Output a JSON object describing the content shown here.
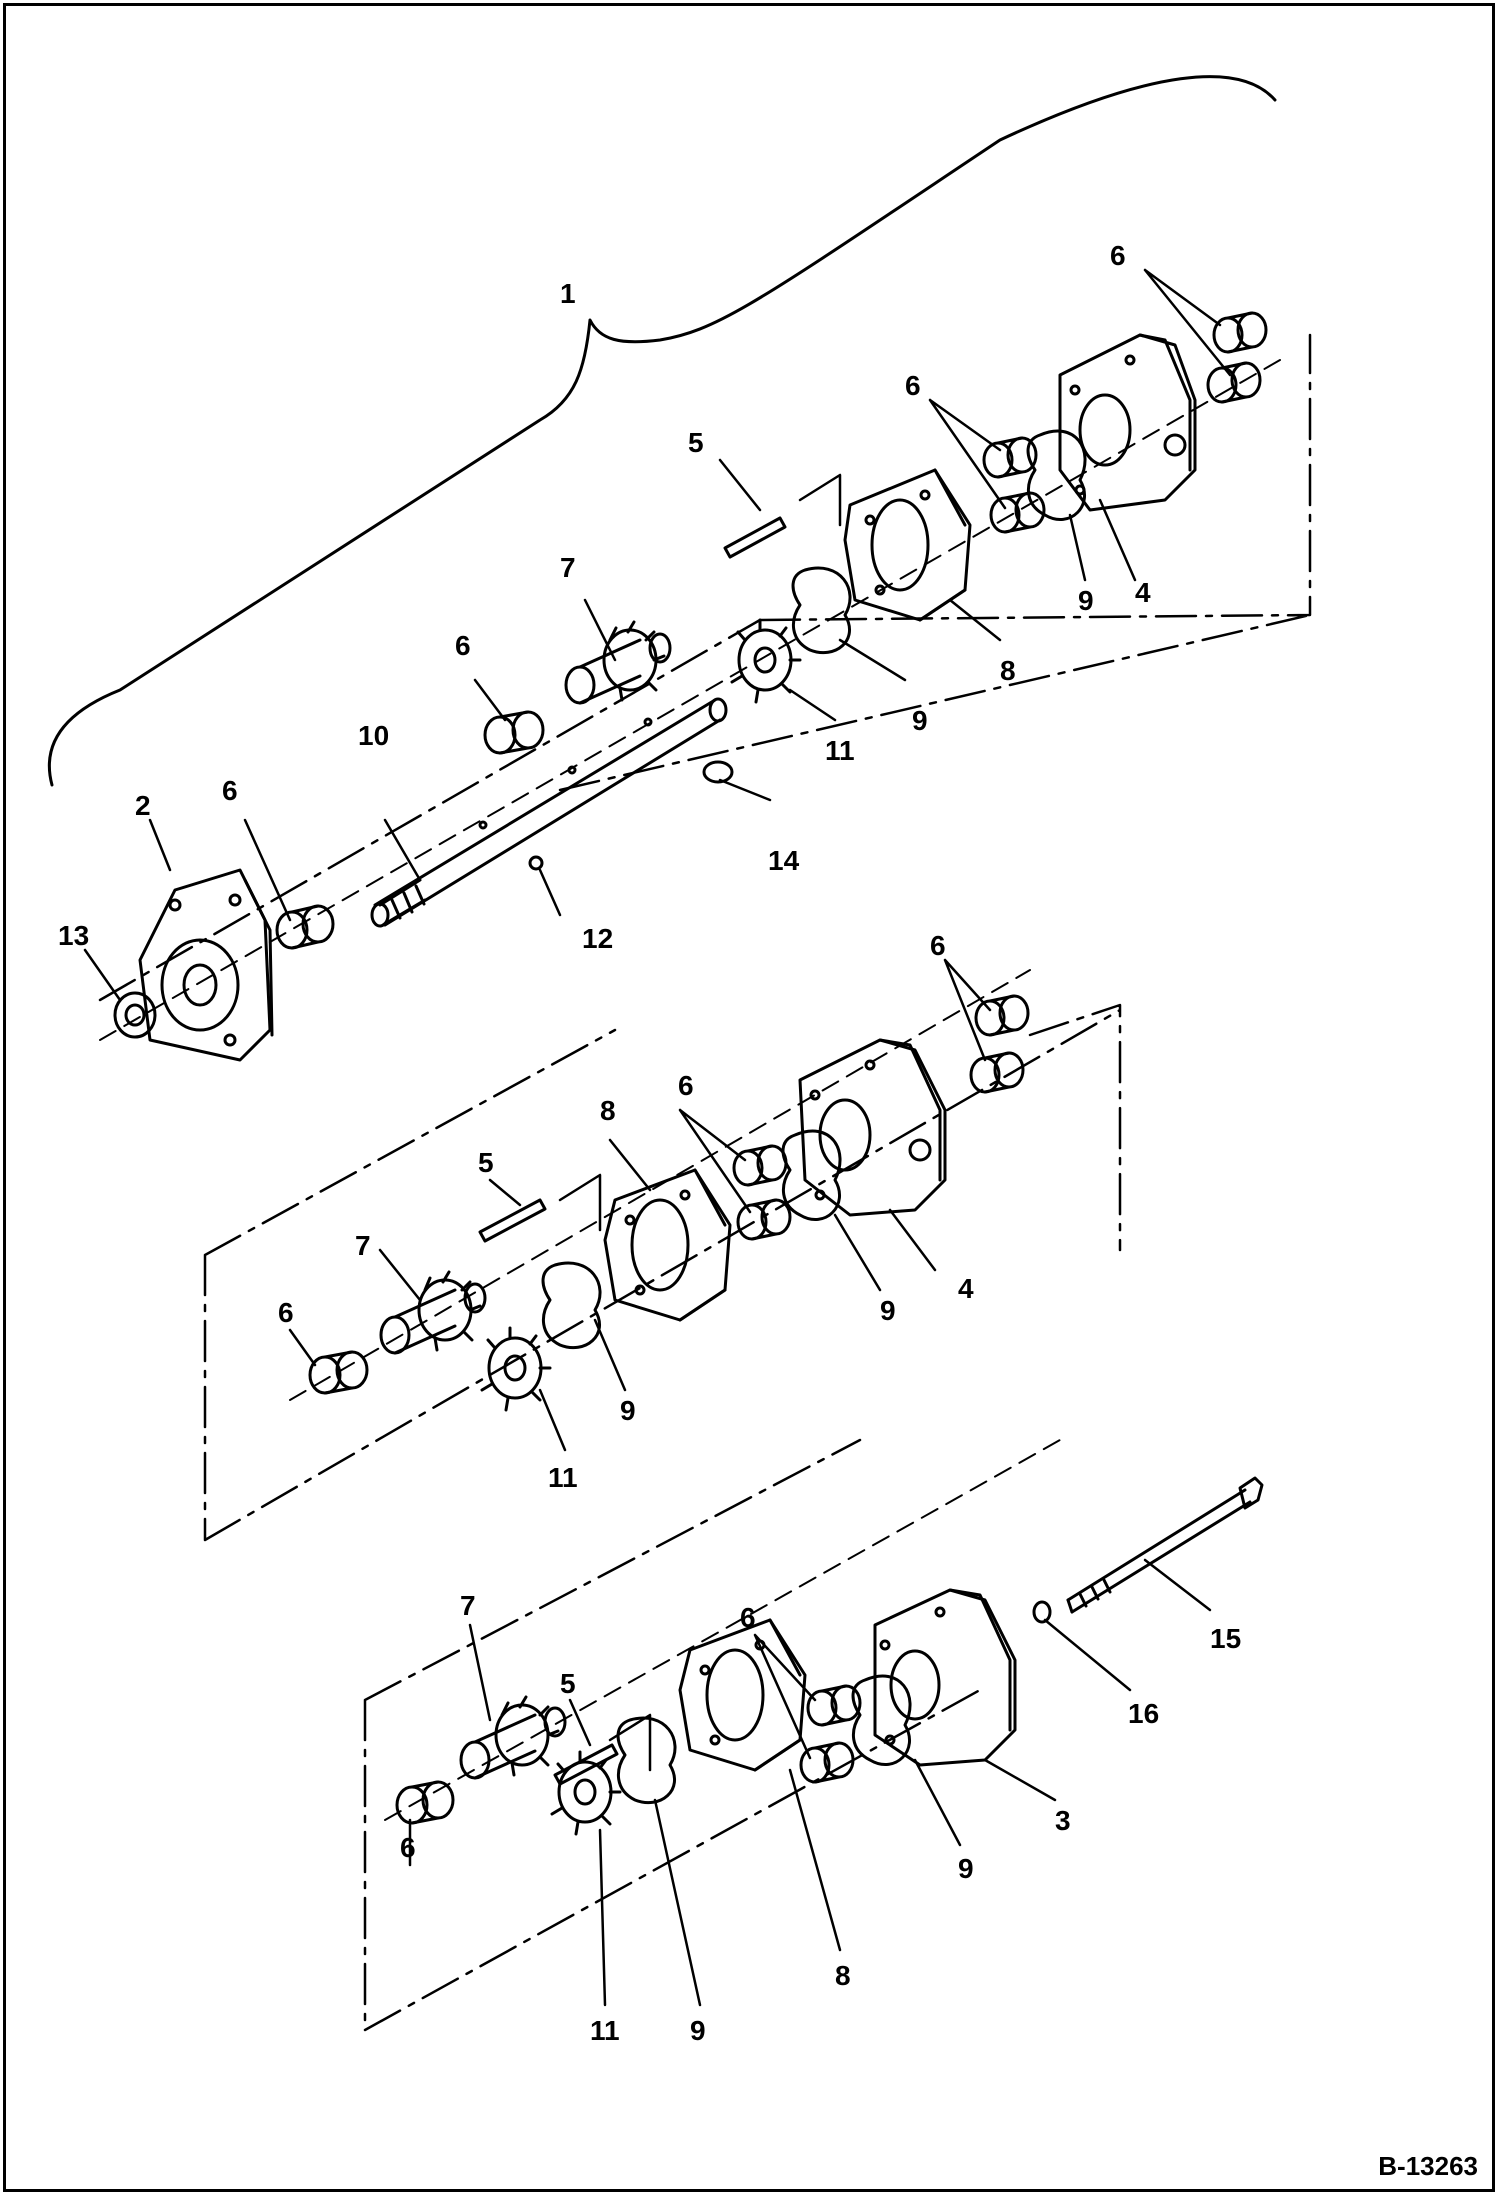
{
  "figure_id": "B-13263",
  "callouts": {
    "c1": "1",
    "c2": "2",
    "c3": "3",
    "c4": "4",
    "c5": "5",
    "c6": "6",
    "c7": "7",
    "c8": "8",
    "c9": "9",
    "c10": "10",
    "c11": "11",
    "c12": "12",
    "c13": "13",
    "c14": "14",
    "c15": "15",
    "c16": "16"
  },
  "colors": {
    "line": "#000000",
    "background": "#ffffff"
  }
}
